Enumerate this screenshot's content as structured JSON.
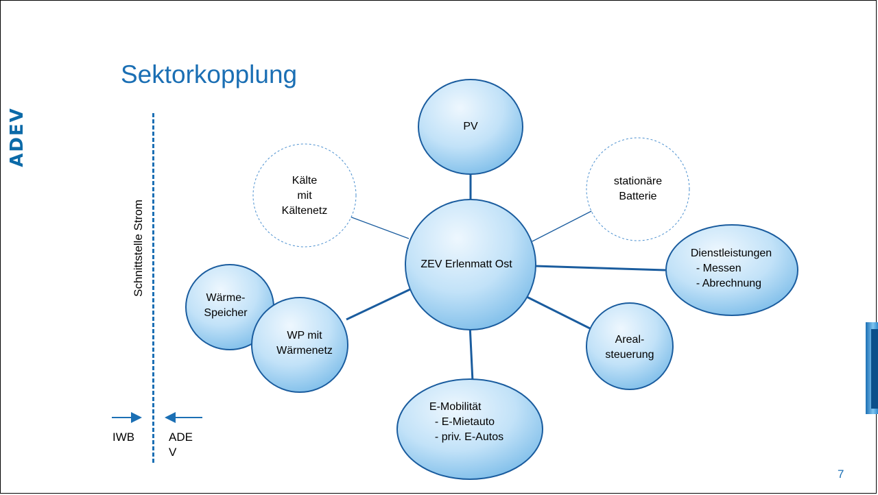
{
  "logo": {
    "text": "ADEV"
  },
  "title": "Sektorkopplung",
  "interface": {
    "vertical_label": "Schnittstelle Strom",
    "left_label": "IWB",
    "right_label": "ADE\nV"
  },
  "nodes": {
    "center": "ZEV Erlenmatt Ost",
    "pv": "PV",
    "kaelte": {
      "line1": "Kälte",
      "line2": "mit",
      "line3": "Kältenetz"
    },
    "batterie": {
      "line1": "stationäre",
      "line2": "Batterie"
    },
    "dienst": {
      "line1": "Dienstleistungen",
      "line2": "-  Messen",
      "line3": "-  Abrechnung"
    },
    "areal": {
      "line1": "Areal-",
      "line2": "steuerung"
    },
    "emob": {
      "line1": "E-Mobilität",
      "line2": "-  E-Mietauto",
      "line3": "-  priv. E-Autos"
    },
    "wp": {
      "line1": "WP mit",
      "line2": "Wärmenetz"
    },
    "waerme": {
      "line1": "Wärme-",
      "line2": "Speicher"
    }
  },
  "page_number": "7",
  "colors": {
    "accent": "#1b6fb4",
    "node_fill_light": "#eaf5fd",
    "node_fill_dark": "#8cc8f0",
    "node_stroke": "#1a5c9e",
    "dashed_stroke": "#4a8fcf"
  }
}
